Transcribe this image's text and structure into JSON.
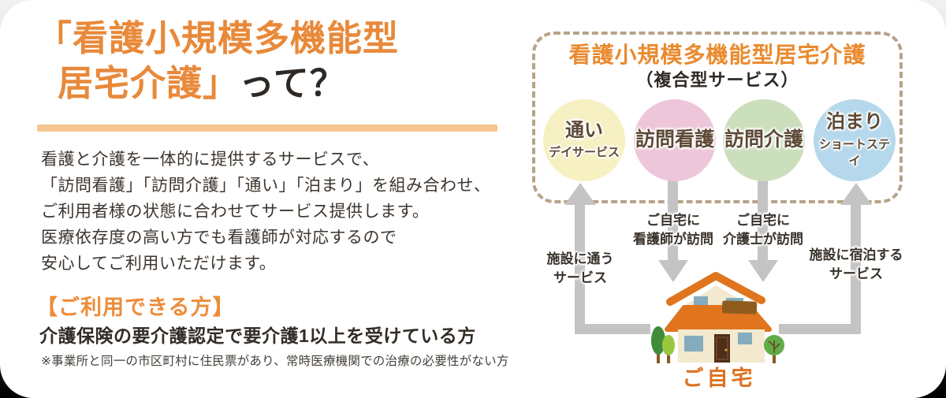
{
  "left": {
    "title_line1": "「看護小規模多機能型",
    "title_line2_orange": "居宅介護」",
    "title_line2_black": "って？",
    "description_lines": [
      "看護と介護を一体的に提供するサービスで、",
      "「訪問看護」「訪問介護」「通い」「泊まり」を組み合わせ、",
      "ご利用者様の状態に合わせてサービス提供します。",
      "医療依存度の高い方でも看護師が対応するので",
      "安心してご利用いただけます。"
    ],
    "eligibility_heading": "【ご利用できる方】",
    "eligibility_text": "介護保険の要介護認定で要介護1以上を受けている方",
    "eligibility_note": "※事業所と同一の市区町村に住民票があり、常時医療機関での治療の必要性がない方"
  },
  "diagram": {
    "box_title": "看護小規模多機能型居宅介護",
    "box_subtitle": "（複合型サービス）",
    "services": [
      {
        "name": "通い",
        "sub": "デイサービス",
        "color": "#f6f0c2"
      },
      {
        "name": "訪問看護",
        "sub": "",
        "color": "#edc6d9"
      },
      {
        "name": "訪問介護",
        "sub": "",
        "color": "#cbdfbd"
      },
      {
        "name": "泊まり",
        "sub": "ショートステイ",
        "color": "#b5d8ec"
      }
    ],
    "labels": {
      "kayoi": [
        "施設に通う",
        "サービス"
      ],
      "kango": [
        "ご自宅に",
        "看護師が訪問"
      ],
      "kaigo": [
        "ご自宅に",
        "介護士が訪問"
      ],
      "shukuhaku": [
        "施設に宿泊する",
        "サービス"
      ]
    },
    "home_label": "ご自宅"
  },
  "colors": {
    "accent_orange": "#e8893a",
    "heading_orange": "#ee8c39",
    "box_title_orange": "#ea8a2e",
    "divider_orange": "#f6c591",
    "text_dark": "#3d352e",
    "dashed_border_tan": "#b7a388",
    "arrow_gray": "#c4c4c4",
    "circle_text_brown": "#5d4936",
    "home_label_orange": "#dd7222"
  }
}
